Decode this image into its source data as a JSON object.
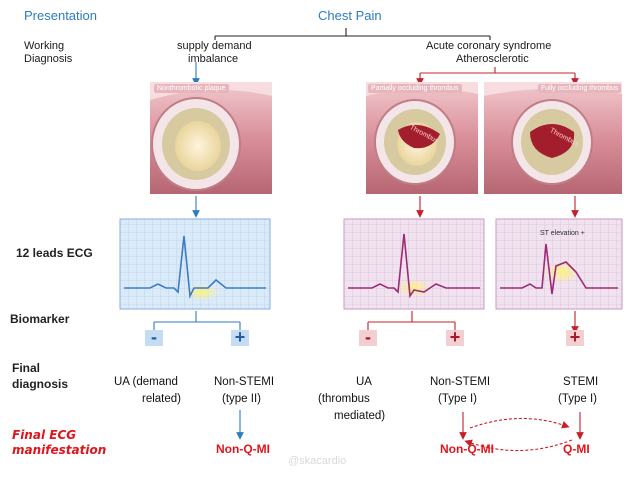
{
  "header": {
    "presentation": "Presentation",
    "chest_pain": "Chest Pain",
    "working_line1": "Working",
    "working_line2": "Diagnosis",
    "supply_line1": "supply demand",
    "supply_line2": "imbalance",
    "acs_line1": "Acute coronary syndrome",
    "acs_line2": "Atherosclerotic"
  },
  "images": {
    "nonthrombotic": "Nonthrombotic plaque",
    "partial": "Partially occluding thrombus",
    "full": "Fully occluding thrombus",
    "thrombus1": "Thrombus",
    "thrombus2": "Thrombus",
    "st_elevation": "ST elevation +"
  },
  "rows": {
    "ecg": "12 leads ECG",
    "biomarker": "Biomarker",
    "final_line1": "Final",
    "final_line2": "diagnosis"
  },
  "biomarkers": {
    "b1": "-",
    "b2": "+",
    "b3": "-",
    "b4": "+",
    "b5": "+"
  },
  "diagnoses": {
    "d1_l1": "UA (demand",
    "d1_l2": "related)",
    "d2_l1": "Non-STEMI",
    "d2_l2": "(type II)",
    "d3_l1": "UA",
    "d3_l2": "(thrombus",
    "d3_l3": "mediated)",
    "d4_l1": "Non-STEMI",
    "d4_l2": "(Type I)",
    "d5_l1": "STEMI",
    "d5_l2": "(Type I)"
  },
  "final_ecg": {
    "label_l1": "Final ECG",
    "label_l2": "manifestation",
    "nonq1": "Non-Q-MI",
    "nonq2": "Non-Q-MI",
    "qmi": "Q-MI"
  },
  "watermark": "@skacardio",
  "colors": {
    "blue_branch": "#2e7bc0",
    "red_branch": "#c8202a",
    "black_branch": "#222222",
    "final_red": "#e0151c",
    "ecg_blue_bg": "#dbeaf8",
    "ecg_pink_bg": "#f1e2ef"
  }
}
